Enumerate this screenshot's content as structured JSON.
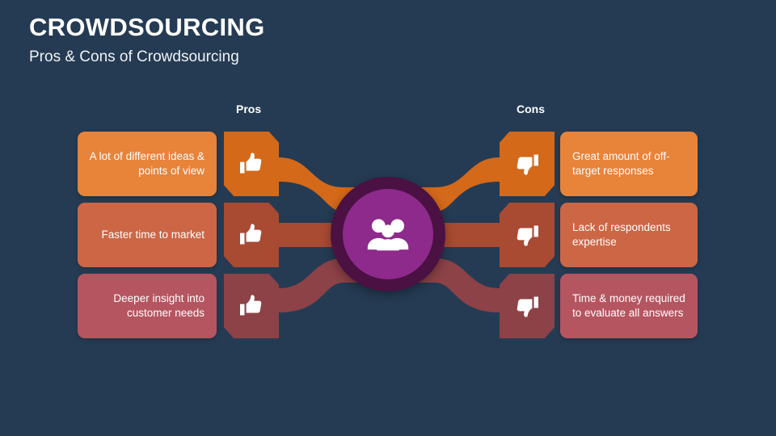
{
  "slide": {
    "title": "CROWDSOURCING",
    "subtitle": "Pros & Cons of Crowdsourcing",
    "background_color": "#253b53"
  },
  "columns": {
    "pros_label": "Pros",
    "cons_label": "Cons"
  },
  "hub": {
    "icon": "people-group-icon",
    "ring_color": "#4a1142",
    "circle_color": "#8d2a8c"
  },
  "pros": [
    {
      "text": "A lot of different ideas & points of view",
      "icon": "thumbs-up-icon",
      "card_color": "#e8833a",
      "tile_color": "#d4691a",
      "ribbon_color": "#d4691a"
    },
    {
      "text": "Faster time to market",
      "icon": "thumbs-up-icon",
      "card_color": "#cc6645",
      "tile_color": "#a94a32",
      "ribbon_color": "#a94a32"
    },
    {
      "text": "Deeper insight into customer needs",
      "icon": "thumbs-up-icon",
      "card_color": "#b55560",
      "tile_color": "#8c4247",
      "ribbon_color": "#8c4247"
    }
  ],
  "cons": [
    {
      "text": "Great amount of off-target responses",
      "icon": "thumbs-down-icon",
      "card_color": "#e8833a",
      "tile_color": "#d4691a",
      "ribbon_color": "#d4691a"
    },
    {
      "text": "Lack of respondents expertise",
      "icon": "thumbs-down-icon",
      "card_color": "#cc6645",
      "tile_color": "#a94a32",
      "ribbon_color": "#a94a32"
    },
    {
      "text": "Time & money required to evaluate all answers",
      "icon": "thumbs-down-icon",
      "card_color": "#b55560",
      "tile_color": "#8c4247",
      "ribbon_color": "#8c4247"
    }
  ]
}
